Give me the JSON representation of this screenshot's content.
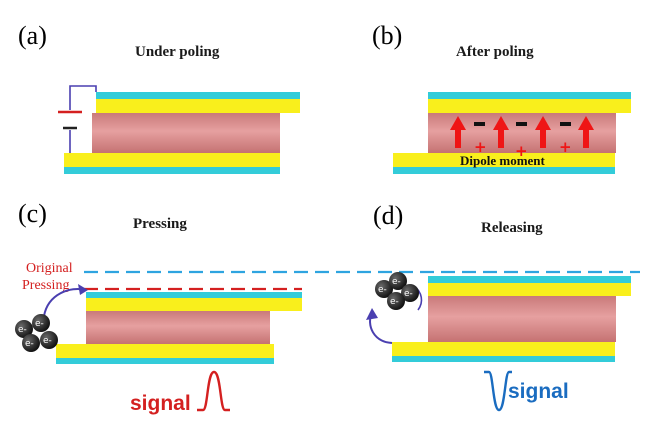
{
  "panels": {
    "a": {
      "label": "(a)",
      "title": "Under poling"
    },
    "b": {
      "label": "(b)",
      "title": "After poling",
      "caption": "Dipole moment"
    },
    "c": {
      "label": "(c)",
      "title": "Pressing",
      "legend_original": "Original",
      "legend_pressing": "Pressing",
      "signal": "signal"
    },
    "d": {
      "label": "(d)",
      "title": "Releasing",
      "signal": "signal"
    }
  },
  "symbols": {
    "minus": "-",
    "plus": "+",
    "electron": "e-"
  },
  "colors": {
    "electrode_yellow": "#f9ef1c",
    "electrode_cyan": "#33ccd9",
    "piezo_body": "#d98888",
    "arrow_red": "#ef1515",
    "original_line": "#2ea4e0",
    "pressing_line": "#d42020",
    "signal_red": "#d42020",
    "signal_blue": "#1a6cc0",
    "electron_ball": "#151515",
    "circuit": "#4a3fb0"
  }
}
